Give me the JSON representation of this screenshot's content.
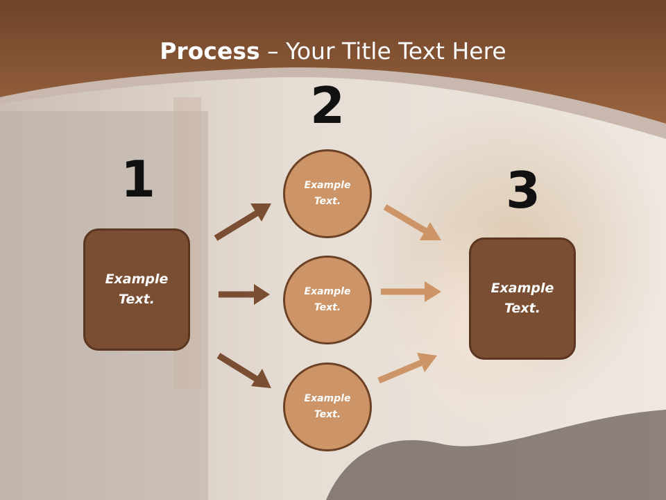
{
  "slide": {
    "title_bold": "Process",
    "title_rest": " – Your Title Text Here",
    "colors": {
      "header": "#8c5534",
      "dark_box": "#7a4e33",
      "circle": "#cd9467",
      "arrow_dark": "#7a4e33",
      "arrow_light": "#cd9467"
    }
  },
  "steps": {
    "numbers": [
      "1",
      "2",
      "3"
    ],
    "box_left": "Example\nText.",
    "box_right": "Example\nText.",
    "circles": [
      "Example\nText.",
      "Example\nText.",
      "Example\nText."
    ]
  }
}
